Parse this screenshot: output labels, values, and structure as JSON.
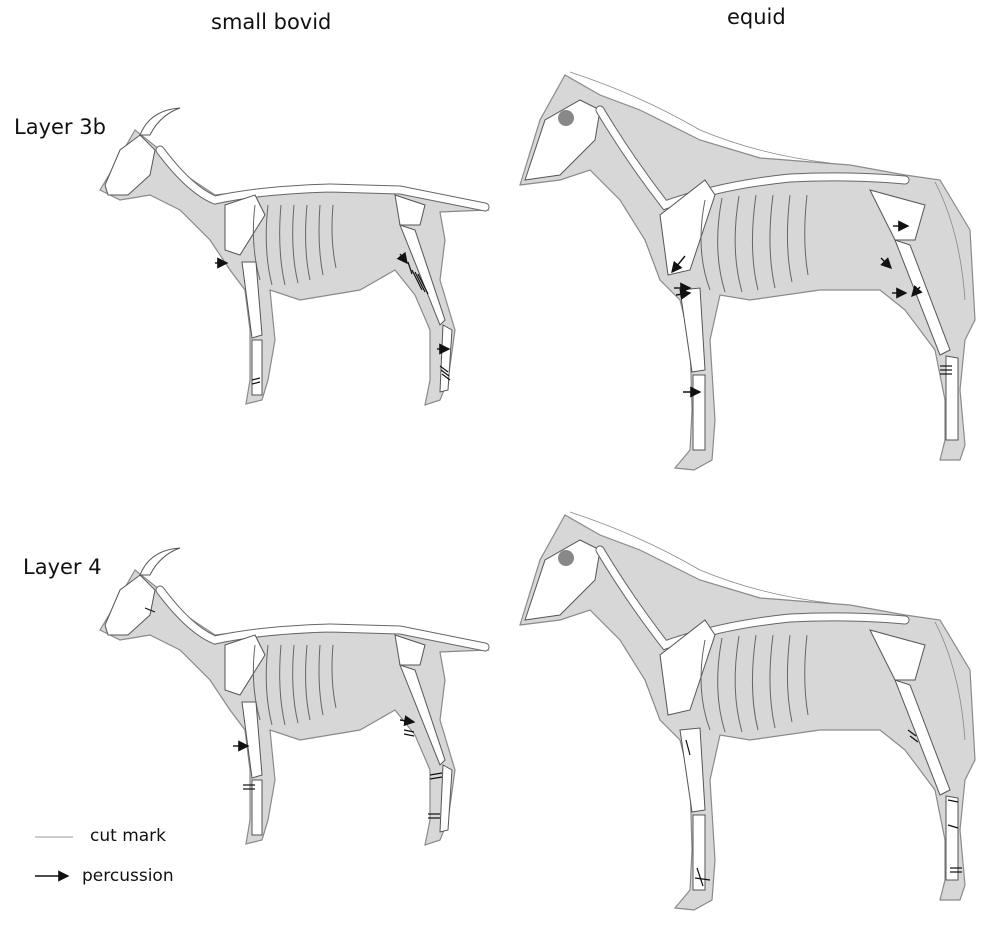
{
  "columns": {
    "small_bovid": "small bovid",
    "equid": "equid"
  },
  "rows": {
    "layer_3b": "Layer 3b",
    "layer_4": "Layer 4"
  },
  "legend": {
    "cut_mark": "cut mark",
    "percussion": "percussion"
  },
  "colors": {
    "silhouette": "#d7d7d7",
    "bone": "#ffffff",
    "marks": "#111111"
  }
}
